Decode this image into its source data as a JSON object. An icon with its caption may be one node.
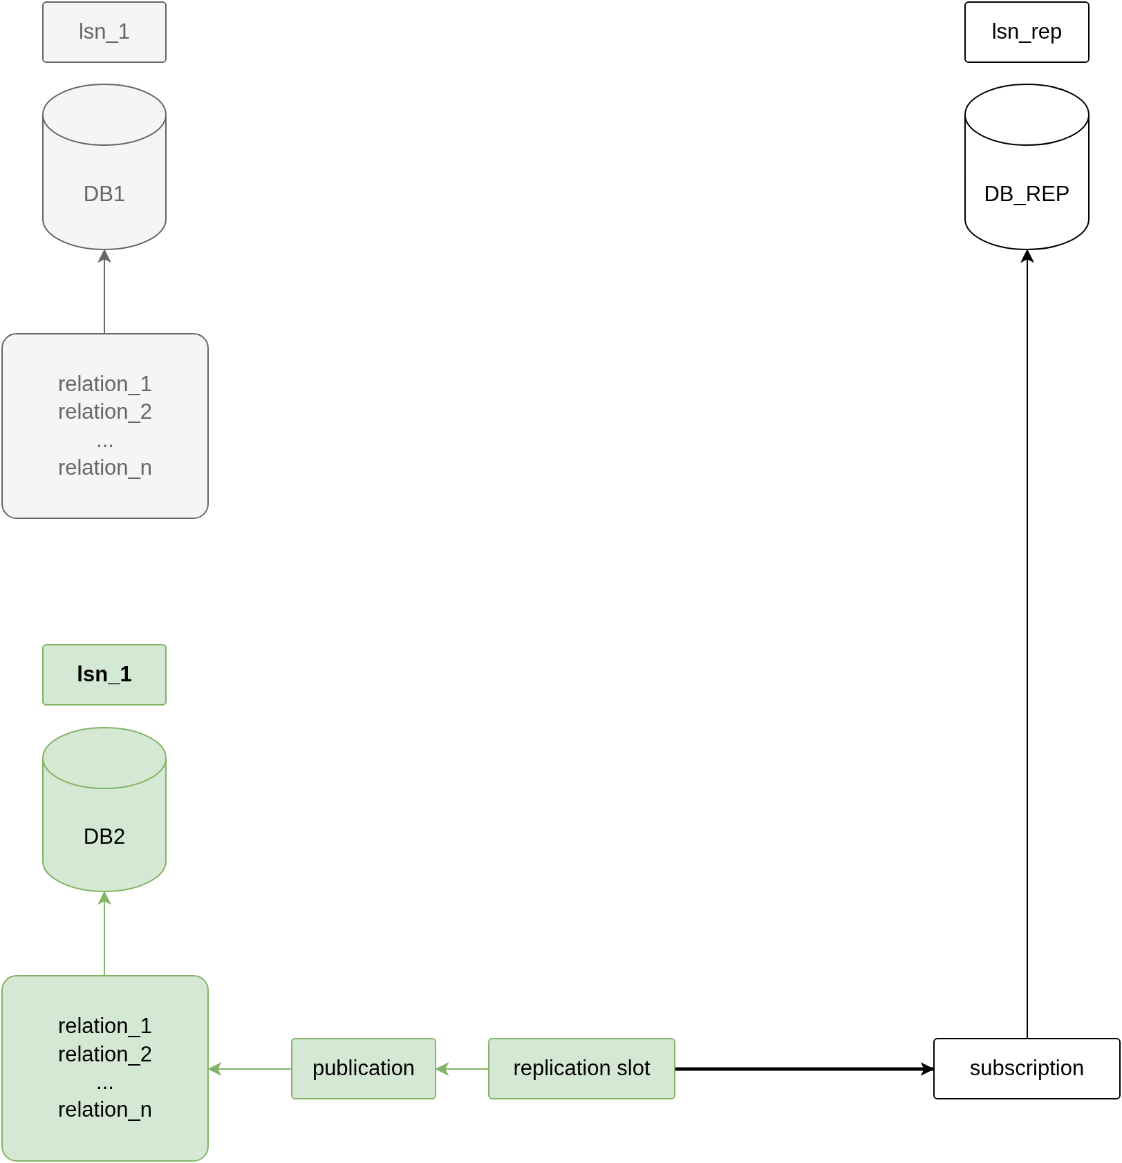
{
  "diagram": {
    "nodes": [
      {
        "text": [
          "lsn_1"
        ]
      },
      {
        "text": [
          "DB1"
        ]
      },
      {
        "text": [
          "relation_1",
          "relation_2",
          "...",
          "relation_n"
        ]
      },
      {
        "text": [
          "lsn_1"
        ]
      },
      {
        "text": [
          "DB2"
        ]
      },
      {
        "text": [
          "relation_1",
          "relation_2",
          "...",
          "relation_n"
        ]
      },
      {
        "text": [
          "publication"
        ]
      },
      {
        "text": [
          "replication slot"
        ]
      },
      {
        "text": [
          "subscription"
        ]
      },
      {
        "text": [
          "lsn_rep"
        ]
      },
      {
        "text": [
          "DB_REP"
        ]
      }
    ],
    "edges": [
      {
        "from": 2,
        "to": 1,
        "arrow": "to",
        "color": "#666666"
      },
      {
        "from": 5,
        "to": 4,
        "arrow": "to",
        "color": "#82b366"
      },
      {
        "from": 6,
        "to": 5,
        "arrow": "to",
        "color": "#82b366"
      },
      {
        "from": 7,
        "to": 6,
        "arrow": "to",
        "color": "#82b366"
      },
      {
        "from": 7,
        "to": 8,
        "arrow": "to",
        "style": "thick",
        "color": "#000000"
      },
      {
        "from": 8,
        "to": 10,
        "arrow": "to",
        "color": "#000000"
      }
    ]
  }
}
